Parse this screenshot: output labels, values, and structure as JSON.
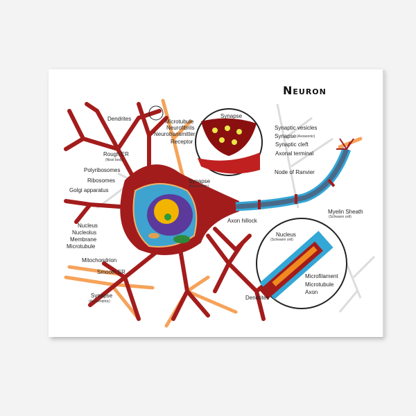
{
  "title": "Neuron",
  "colors": {
    "cell": "#a31c1c",
    "axon": "#4a6a8a",
    "myelin": "#33a7d6",
    "synapse_orange": "#f5a35a",
    "background_neuron": "#d9d9d9"
  },
  "labels": {
    "dendrites_top": "Dendrites",
    "microtubule_top": "Microtubule",
    "neurofibrils": "Neurofibrils",
    "neurotransmitter": "Neurotransmitter",
    "receptor": "Receptor",
    "synapse_circle": "Synapse",
    "rough_er": "Rough ER",
    "rough_er_sub": "(Nissl body)",
    "polyribosomes": "Polyribosomes",
    "ribosomes": "Ribosomes",
    "golgi": "Golgi apparatus",
    "synapse_axosomatic": "Synapse",
    "synapse_axosomatic_sub": "(Axosomatic)",
    "nucleus": "Nucleus",
    "nucleolus": "Nucleolus",
    "membrane": "Membrane",
    "microtubule_left": "Microtubule",
    "mitochondrion": "Mitochondrion",
    "smooth_er": "Smooth ER",
    "synapse_axodendritic": "Synapse",
    "synapse_axodendritic_sub": "(Axodendritic)",
    "axon_hillock": "Axon hillock",
    "dendrites_bottom": "Dendrites",
    "synaptic_vesicles": "Synaptic vesicles",
    "synapse_axoaxonic": "Synapse",
    "synapse_axoaxonic_sub": "(Axoaxonic)",
    "synaptic_cleft": "Synaptic cleft",
    "axonal_terminal": "Axonal terminal",
    "node_of_ranvier": "Node of Ranvier",
    "myelin_sheath": "Myelin Sheath",
    "myelin_sheath_sub": "(Schwann cell)",
    "nucleus_schwann": "Nucleus",
    "nucleus_schwann_sub": "(Schwann cell)",
    "microfilament": "Microfilament",
    "microtubule_axon": "Microtubule",
    "axon": "Axon"
  }
}
